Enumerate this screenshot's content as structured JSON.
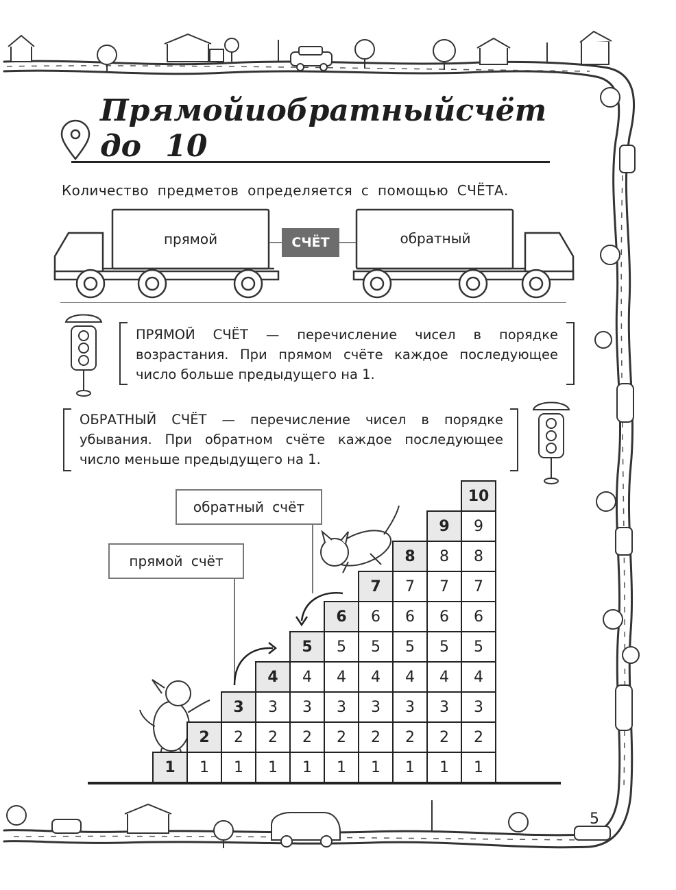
{
  "title": {
    "line1_words": [
      "Прямой",
      "и",
      "обратный",
      "счёт"
    ],
    "line2": "до 10"
  },
  "intro": "Количество предметов определяется с помощью СЧЁТА.",
  "trucks": {
    "left_label": "прямой",
    "center_badge": "СЧЁТ",
    "right_label": "обратный"
  },
  "definitions": {
    "direct": "ПРЯМОЙ СЧЁТ — перечисление чисел в порядке возрастания. При прямом счёте каждое последующее число больше предыдущего на 1.",
    "reverse": "ОБРАТНЫЙ СЧЁТ — перечисление чисел в порядке убывания. При обратном счёте каждое последующее число меньше предыдущего на 1."
  },
  "staircase": {
    "reverse_label": "обратный счёт",
    "direct_label": "прямой счёт",
    "steps": 10
  },
  "page_number": "5",
  "colors": {
    "badge": "#6d6d6d",
    "highlight_cell": "#e9e9e9",
    "ink": "#222222"
  }
}
